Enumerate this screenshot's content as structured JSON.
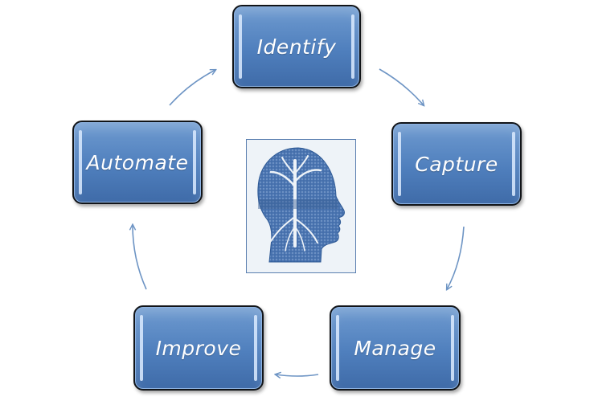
{
  "diagram": {
    "nodes": [
      {
        "id": "identify",
        "label": "Identify"
      },
      {
        "id": "capture",
        "label": "Capture"
      },
      {
        "id": "manage",
        "label": "Manage"
      },
      {
        "id": "improve",
        "label": "Improve"
      },
      {
        "id": "automate",
        "label": "Automate"
      }
    ],
    "edges": [
      {
        "from": "identify",
        "to": "capture"
      },
      {
        "from": "capture",
        "to": "manage"
      },
      {
        "from": "manage",
        "to": "improve"
      },
      {
        "from": "improve",
        "to": "automate"
      },
      {
        "from": "automate",
        "to": "identify"
      }
    ],
    "center_image": "head-with-tree-icon",
    "colors": {
      "node_fill": "#4f7fbd",
      "node_border": "#111418",
      "arrow": "#6d94c4",
      "head": "#3d68a6"
    }
  }
}
